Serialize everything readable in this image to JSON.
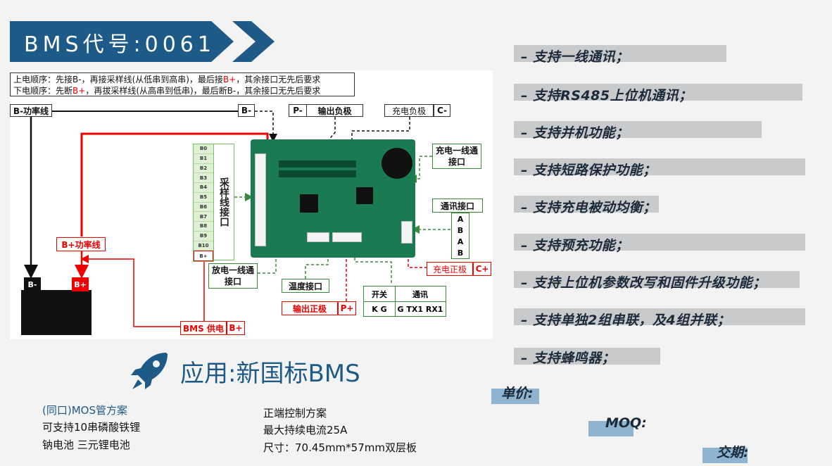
{
  "title": "BMS代号:0061",
  "diagram": {
    "note_line1_a": "上电顺序：先接B-，再接采样线(从低串到高串)，最后接",
    "note_line1_b": "B+",
    "note_line1_c": "，其余接口无先后要求",
    "note_line2_a": "下电顺序：先断",
    "note_line2_b": "B+",
    "note_line2_c": "，再拔采样线(从高串到低串)，最后断B-，其余接口无先后要求",
    "b_minus_power": "B-功率线",
    "b_minus": "B-",
    "p_minus": "P-",
    "output_load": "输出负极",
    "charge_neg": "充电负极",
    "c_minus": "C-",
    "sample_pins": [
      "B0",
      "B1",
      "B2",
      "B3",
      "B4",
      "B5",
      "B6",
      "B7",
      "B8",
      "B9",
      "B10",
      "B+"
    ],
    "sample_label": "采样线接口",
    "charge_comm": "充电一线通接口",
    "comm_port": "通讯接口",
    "abab": [
      "A",
      "B",
      "A",
      "B"
    ],
    "b_plus_power": "B+功率线",
    "batt_minus": "B-",
    "batt_plus": "B+",
    "discharge_comm": "放电一线通接口",
    "temp_port": "温度接口",
    "charge_pos": "充电正极",
    "c_plus": "C+",
    "switch": "开关",
    "comm": "通讯",
    "kg": "K G",
    "gtxrx": "G TX1 RX1",
    "output_pos": "输出正极",
    "p_plus": "P+",
    "bms_supply": "BMS 供电",
    "b_plus": "B+"
  },
  "features": [
    "– 支持一线通讯；",
    "– 支持RS485上位机通讯；",
    "– 支持并机功能；",
    "– 支持短路保护功能；",
    "– 支持充电被动均衡；",
    "– 支持预充功能；",
    "– 支持上位机参数改写和固件升级功能；",
    "– 支持单独2组串联，及4组并联；",
    "– 支持蜂鸣器；"
  ],
  "application": "应用:新国标BMS",
  "left_info": {
    "line1": "(同口)MOS管方案",
    "line2": "可支持10串磷酸铁锂",
    "line3": "钠电池 三元锂电池"
  },
  "mid_info": {
    "line1": "正端控制方案",
    "line2": "最大持续电流25A",
    "line3": "尺寸：70.45mm*57mm双层板"
  },
  "tags": {
    "price": "单价:",
    "moq": "MOQ:",
    "delivery": "交期:"
  },
  "colors": {
    "brand": "#1e5a87",
    "accent_red": "#e00000",
    "green": "#3a8a3a"
  }
}
